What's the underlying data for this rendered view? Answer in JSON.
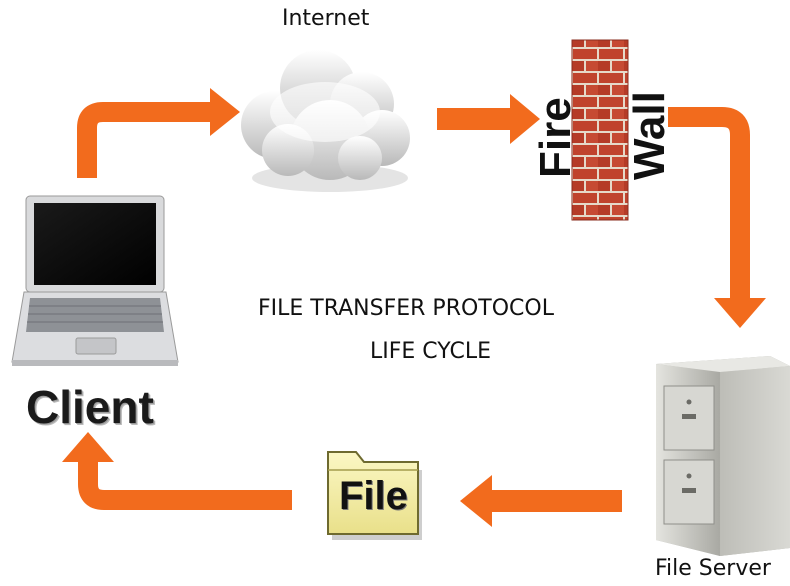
{
  "labels": {
    "internet": "Internet",
    "firewall_part1": "Fire",
    "firewall_part2": "Wall",
    "title_line1": "FILE TRANSFER PROTOCOL",
    "title_line2": "LIFE CYCLE",
    "client": "Client",
    "file": "File",
    "file_server": "File Server"
  },
  "colors": {
    "arrow": "#f26b1d",
    "brick": "#c0432d",
    "mortar": "#e6d9c9",
    "cloud": "#e8e8e8",
    "folder": "#f6f0a6",
    "cabinet": "#c9c9c4"
  },
  "icons": [
    "laptop-icon",
    "cloud-icon",
    "brick-wall-icon",
    "file-cabinet-icon",
    "folder-icon"
  ]
}
